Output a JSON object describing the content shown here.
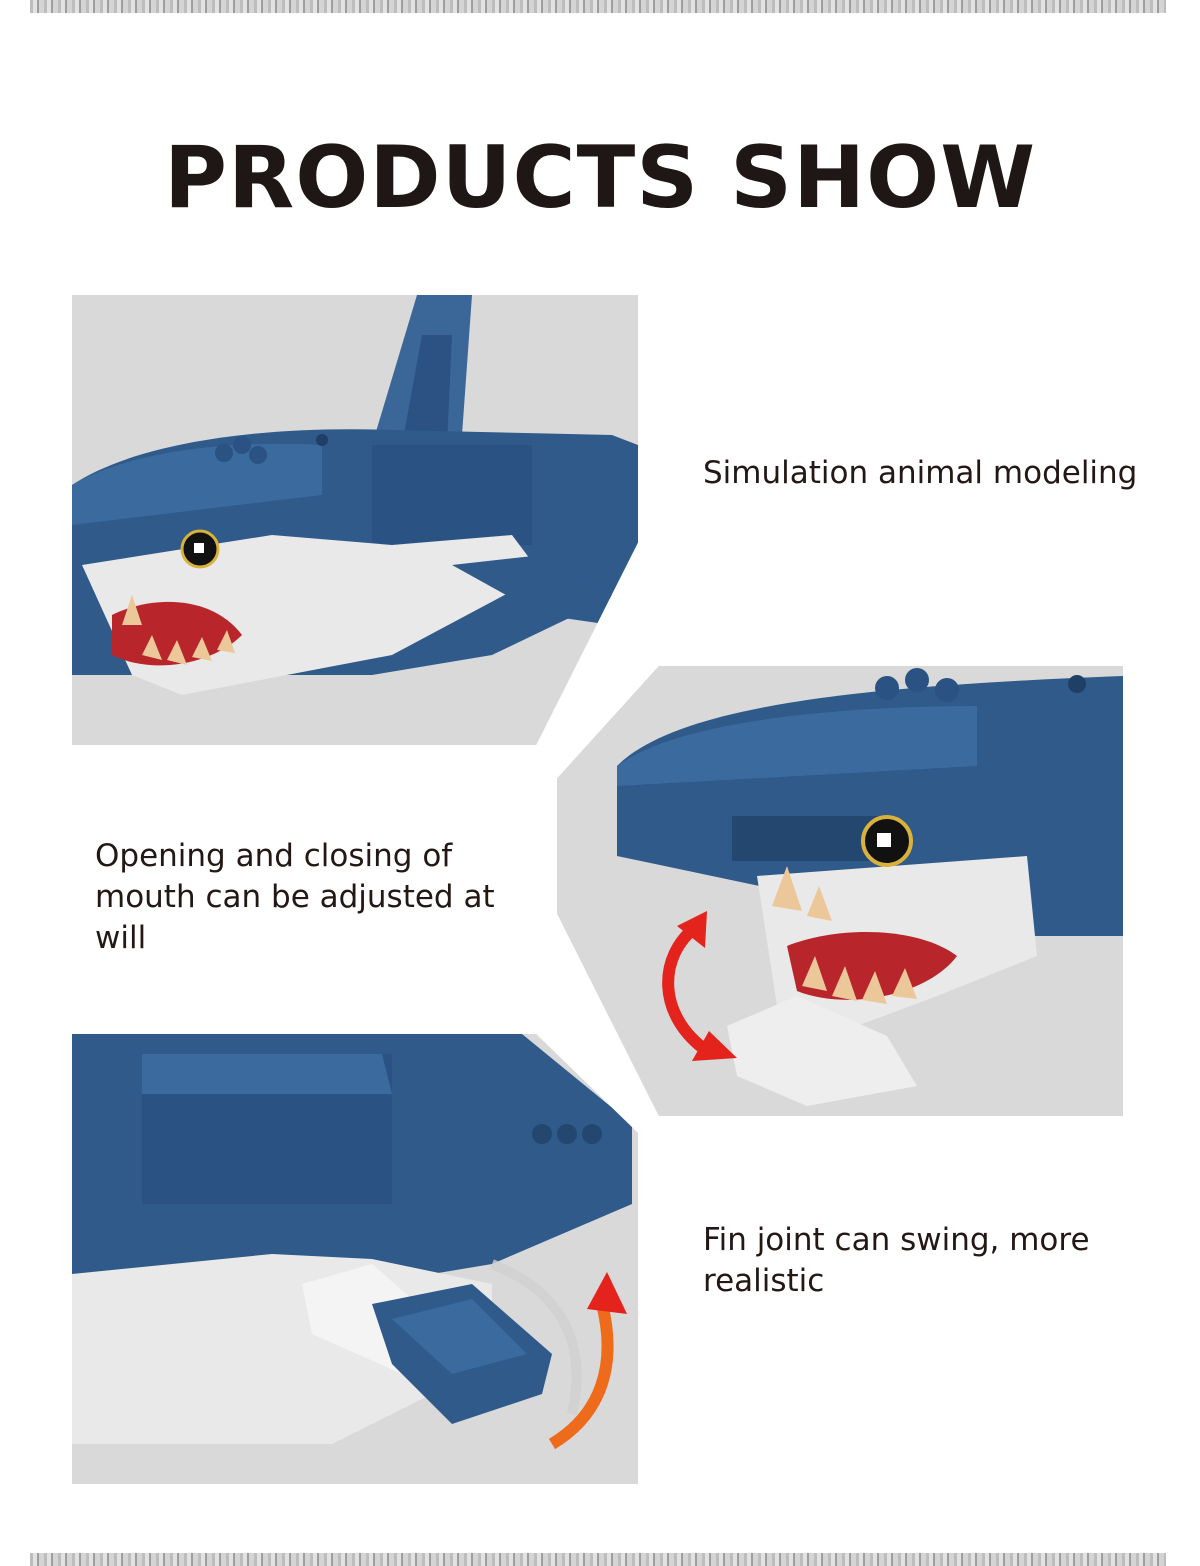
{
  "title": "PRODUCTS SHOW",
  "features": [
    {
      "caption": "Simulation animal modeling"
    },
    {
      "caption": "Opening and closing of mouth can be adjusted at will"
    },
    {
      "caption": "Fin joint can swing, more realistic"
    }
  ],
  "colors": {
    "background": "#ffffff",
    "panel": "#d9d9d9",
    "shark_blue": "#2f5a8a",
    "shark_white": "#e9e9e9",
    "mouth_red": "#b8262c",
    "teeth": "#ecc79a",
    "arrow_red": "#e4231d",
    "arrow_orange": "#ef6b1c",
    "text": "#231815"
  }
}
